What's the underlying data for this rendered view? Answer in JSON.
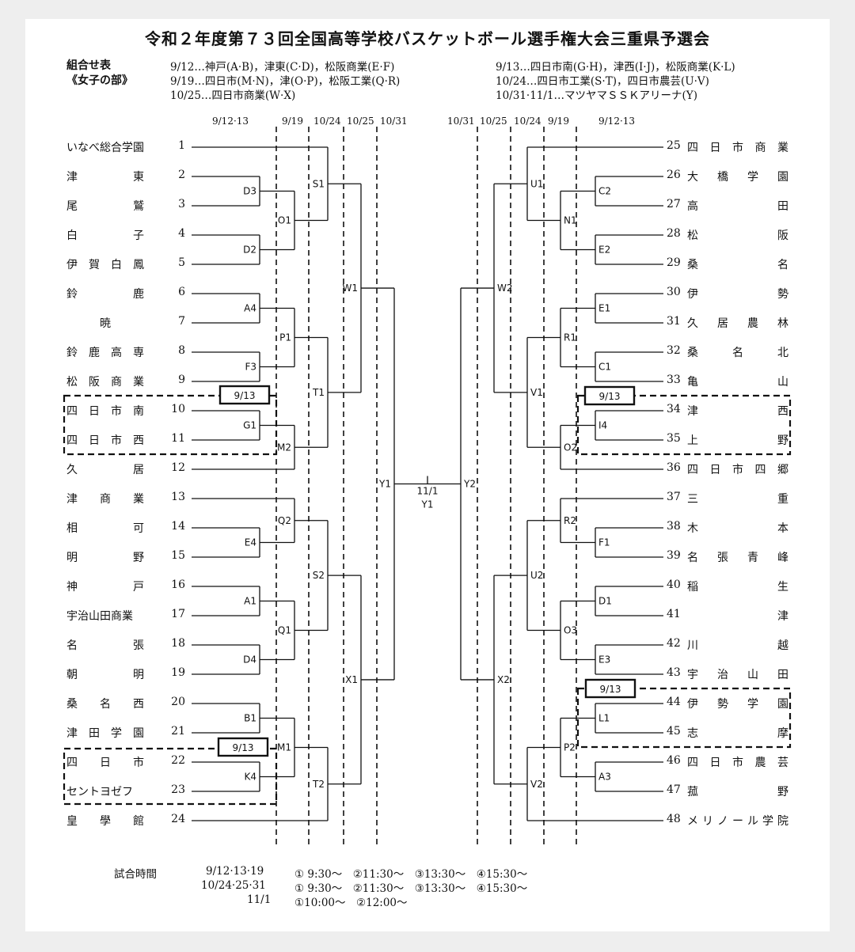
{
  "title": "令和２年度第７３回全国高等学校バスケットボール選手権大会三重県予選会",
  "header": {
    "label1": "組合せ表",
    "label2": "《女子の部》",
    "left_schedule": [
      "9/12…神戸(A·B)，津東(C·D)，松阪商業(E·F)",
      "9/19…四日市(M·N)，津(O·P)，松阪工業(Q·R)",
      "10/25…四日市商業(W·X)"
    ],
    "right_schedule": [
      "9/13…四日市南(G·H)，津西(I·J)，松阪商業(K·L)",
      "10/24…四日市工業(S·T)，四日市農芸(U·V)",
      "10/31·11/1…マツヤマＳＳＫアリーナ(Y)"
    ]
  },
  "round_dates_left": [
    "9/12·13",
    "9/19",
    "10/24",
    "10/25",
    "10/31"
  ],
  "round_dates_right": [
    "10/31",
    "10/25",
    "10/24",
    "9/19",
    "9/12·13"
  ],
  "teams_left": [
    {
      "name": "いなべ総合学園",
      "num": "1"
    },
    {
      "name": "津　　　　　東",
      "num": "2"
    },
    {
      "name": "尾　　　　　鷲",
      "num": "3"
    },
    {
      "name": "白　　　　　子",
      "num": "4"
    },
    {
      "name": "伊　賀　白　鳳",
      "num": "5"
    },
    {
      "name": "鈴　　　　　鹿",
      "num": "6"
    },
    {
      "name": "　　　暁　　　",
      "num": "7"
    },
    {
      "name": "鈴　鹿　高　専",
      "num": "8"
    },
    {
      "name": "松　阪　商　業",
      "num": "9"
    },
    {
      "name": "四　日　市　南",
      "num": "10"
    },
    {
      "name": "四　日　市　西",
      "num": "11"
    },
    {
      "name": "久　　　　　居",
      "num": "12"
    },
    {
      "name": "津　　商　　業",
      "num": "13"
    },
    {
      "name": "相　　　　　可",
      "num": "14"
    },
    {
      "name": "明　　　　　野",
      "num": "15"
    },
    {
      "name": "神　　　　　戸",
      "num": "16"
    },
    {
      "name": "宇治山田商業",
      "num": "17"
    },
    {
      "name": "名　　　　　張",
      "num": "18"
    },
    {
      "name": "朝　　　　　明",
      "num": "19"
    },
    {
      "name": "桑　　名　　西",
      "num": "20"
    },
    {
      "name": "津　田　学　園",
      "num": "21"
    },
    {
      "name": "四　　日　　市",
      "num": "22"
    },
    {
      "name": "セントヨゼフ",
      "num": "23"
    },
    {
      "name": "皇　　學　　館",
      "num": "24"
    }
  ],
  "teams_right": [
    {
      "num": "25",
      "name": "四　日　市　商　業"
    },
    {
      "num": "26",
      "name": "大　橋　学　園"
    },
    {
      "num": "27",
      "name": "高　　　　　田"
    },
    {
      "num": "28",
      "name": "松　　　　　阪"
    },
    {
      "num": "29",
      "name": "桑　　　　　名"
    },
    {
      "num": "30",
      "name": "伊　　　　　勢"
    },
    {
      "num": "31",
      "name": "久　居　農　林"
    },
    {
      "num": "32",
      "name": "桑　　名　　北"
    },
    {
      "num": "33",
      "name": "亀　　　　　山"
    },
    {
      "num": "34",
      "name": "津　　　　　西"
    },
    {
      "num": "35",
      "name": "上　　　　　野"
    },
    {
      "num": "36",
      "name": "四　日　市　四　郷"
    },
    {
      "num": "37",
      "name": "三　　　　　重"
    },
    {
      "num": "38",
      "name": "木　　　　　本"
    },
    {
      "num": "39",
      "name": "名　張　青　峰"
    },
    {
      "num": "40",
      "name": "稲　　　　　生"
    },
    {
      "num": "41",
      "name": "　　　津　　　"
    },
    {
      "num": "42",
      "name": "川　　　　　越"
    },
    {
      "num": "43",
      "name": "宇　治　山　田"
    },
    {
      "num": "44",
      "name": "伊　勢　学　園"
    },
    {
      "num": "45",
      "name": "志　　　　　摩"
    },
    {
      "num": "46",
      "name": "四　日　市　農　芸"
    },
    {
      "num": "47",
      "name": "菰　　　　　野"
    },
    {
      "num": "48",
      "name": "メリノール学院"
    }
  ],
  "match_labels": {
    "D3": "D3",
    "D2": "D2",
    "A4": "A4",
    "F3": "F3",
    "G1": "G1",
    "E4": "E4",
    "A1": "A1",
    "D4": "D4",
    "B1": "B1",
    "K4": "K4",
    "O1": "O1",
    "P1": "P1",
    "M2": "M2",
    "Q2": "Q2",
    "Q1": "Q1",
    "M1": "M1",
    "S1": "S1",
    "T1": "T1",
    "S2": "S2",
    "T2": "T2",
    "W1": "W1",
    "X1": "X1",
    "Y1L": "Y1",
    "C2": "C2",
    "E2": "E2",
    "E1": "E1",
    "C1": "C1",
    "I4": "I4",
    "F1": "F1",
    "D1": "D1",
    "E3": "E3",
    "L1": "L1",
    "A3": "A3",
    "N1": "N1",
    "R1": "R1",
    "O2": "O2",
    "R2": "R2",
    "O3": "O3",
    "P2": "P2",
    "U1": "U1",
    "V1": "V1",
    "U2": "U2",
    "V2": "V2",
    "W2": "W2",
    "X2": "X2",
    "Y2": "Y2"
  },
  "final": {
    "date": "11/1",
    "label": "Y1"
  },
  "special_date": "9/13",
  "footer": {
    "label": "試合時間",
    "rows": [
      {
        "days": "9/12·13·19",
        "times": "①  9:30～　②11:30～　③13:30～　④15:30～"
      },
      {
        "days": "10/24·25·31",
        "times": "①  9:30～　②11:30～　③13:30～　④15:30～"
      },
      {
        "days": "11/1",
        "times": "①10:00～　②12:00～"
      }
    ]
  }
}
